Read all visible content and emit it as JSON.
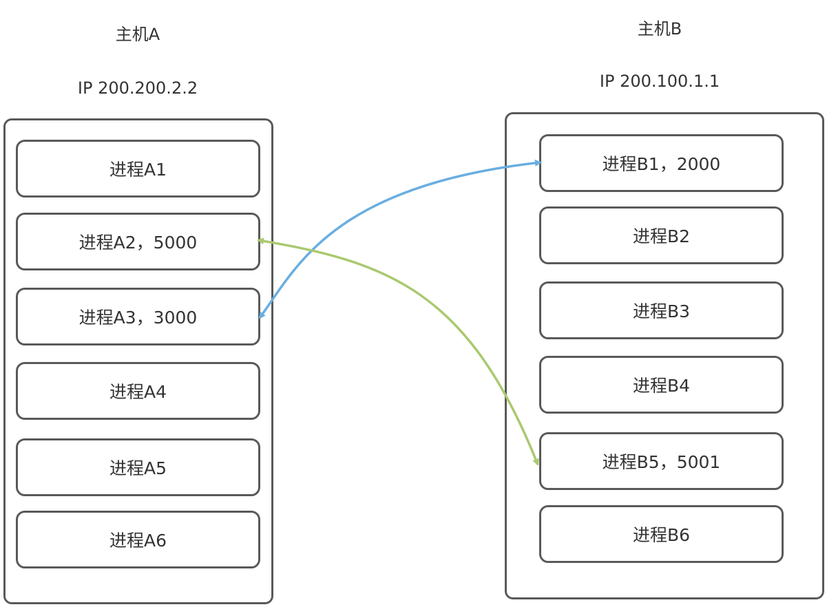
{
  "hostA": {
    "title": "主机A",
    "ip": "IP 200.200.2.2",
    "processes": [
      "进程A1",
      "进程A2，5000",
      "进程A3，3000",
      "进程A4",
      "进程A5",
      "进程A6"
    ]
  },
  "hostB": {
    "title": "主机B",
    "ip": "IP 200.100.1.1",
    "processes": [
      "进程B1，2000",
      "进程B2",
      "进程B3",
      "进程B4",
      "进程B5，5001",
      "进程B6"
    ]
  },
  "connections": [
    {
      "from": "进程A3，3000",
      "to": "进程B1，2000",
      "color": "#6aaee0",
      "arrows": "both"
    },
    {
      "from": "进程A2，5000",
      "to": "进程B5，5001",
      "color": "#a9c96f",
      "arrows": "both"
    }
  ]
}
